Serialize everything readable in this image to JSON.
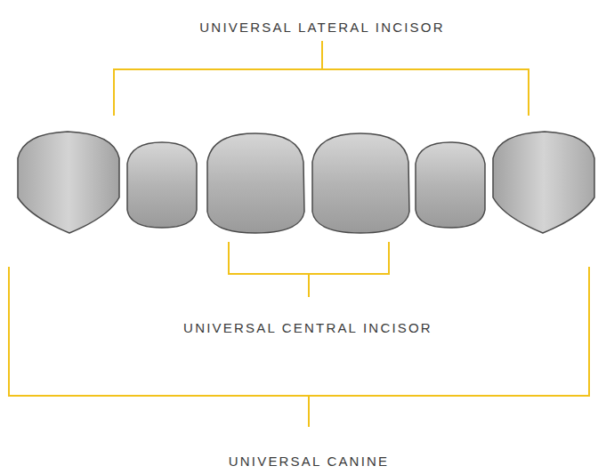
{
  "diagram": {
    "labels": [
      "UNIVERSAL LATERAL INCISOR",
      "UNIVERSAL CENTRAL INCISOR",
      "UNIVERSAL CANINE"
    ]
  }
}
